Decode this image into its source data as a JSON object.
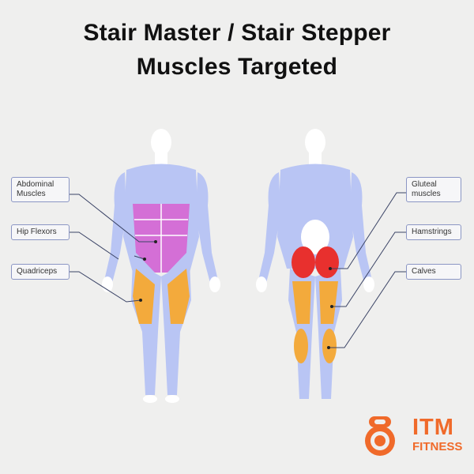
{
  "title": {
    "line1": "Stair Master / Stair Stepper",
    "line2": "Muscles Targeted"
  },
  "labels": {
    "front": [
      {
        "text": "Abdominal Muscles",
        "line1": "Abdominal",
        "line2": "Muscles"
      },
      {
        "text": "Hip Flexors"
      },
      {
        "text": "Quadriceps"
      }
    ],
    "back": [
      {
        "text": "Gluteal muscles",
        "line1": "Gluteal",
        "line2": "muscles"
      },
      {
        "text": "Hamstrings"
      },
      {
        "text": "Calves"
      }
    ]
  },
  "colors": {
    "body": "#b9c5f4",
    "abs": "#d46fd6",
    "quads": "#f3aa3c",
    "glutes": "#e8302e",
    "brand": "#f06a2a"
  },
  "logo": {
    "main": "ITM",
    "sub": "FITNESS"
  }
}
